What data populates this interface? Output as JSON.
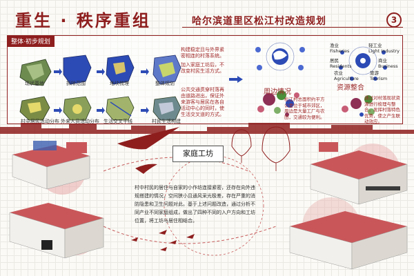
{
  "header": {
    "title_main": "重生 · 秩序重组",
    "title_sub": "哈尔滨道里区松江村改造规划",
    "title_number": "3"
  },
  "panel": {
    "tag": "整体·初步规划",
    "map_captions": [
      "现状基地",
      "拆除范围",
      "地块梳理",
      "整体规划",
      "村中居民活动分布",
      "外来人员活动分布",
      "生活交叉干线",
      "村民生活构建"
    ],
    "note_top": "构建稳定且与外界紧密相连的村落系统。",
    "note_top_2": "加入家庭工坊后，不改变村民生活方式。",
    "note_mid": "公共交通贯穿村落再由道路进出，保证外来游客与居民在各自活动中心的同时，使生活交叉道的方式。",
    "surroundings_title": "周边情况",
    "surroundings_text": "松江村总面积约平方公里位于城市郊区，周边是大量工厂与农田，交通较为便利。",
    "resources_title": "资源整合",
    "resources_text": "通过对村落现状资源进行梳理与整合，发挥村落特色优势，使之产生联动效应。",
    "resource_labels": {
      "fisheries": "Fisheries",
      "fisheries_cn": "渔业",
      "light_industry": "Light Industry",
      "light_industry_cn": "轻工业",
      "residents": "Residents",
      "residents_cn": "居民",
      "business": "Business",
      "business_cn": "商业",
      "agriculture": "Agriculture",
      "agriculture_cn": "农业",
      "tourism": "Tourism",
      "tourism_cn": "旅游"
    }
  },
  "main": {
    "factory_title": "家庭工坊",
    "description": "村中村民的居住与自家的小作坊连接紧密，还存在向外违规搭建的情况，空间狭小且通风采光极差，存在严重的消防隐患和卫生问题对此。基于上述问题改造，通过分析不同产业不同家庭组成，做出了四种不同的入户方向和工坊位置，将工坊与居住相结合。"
  },
  "colors": {
    "accent": "#8e1e1e",
    "roof": "#c9575a",
    "blue_map": "#2d4bb5",
    "grid": "#ebe9e3"
  }
}
